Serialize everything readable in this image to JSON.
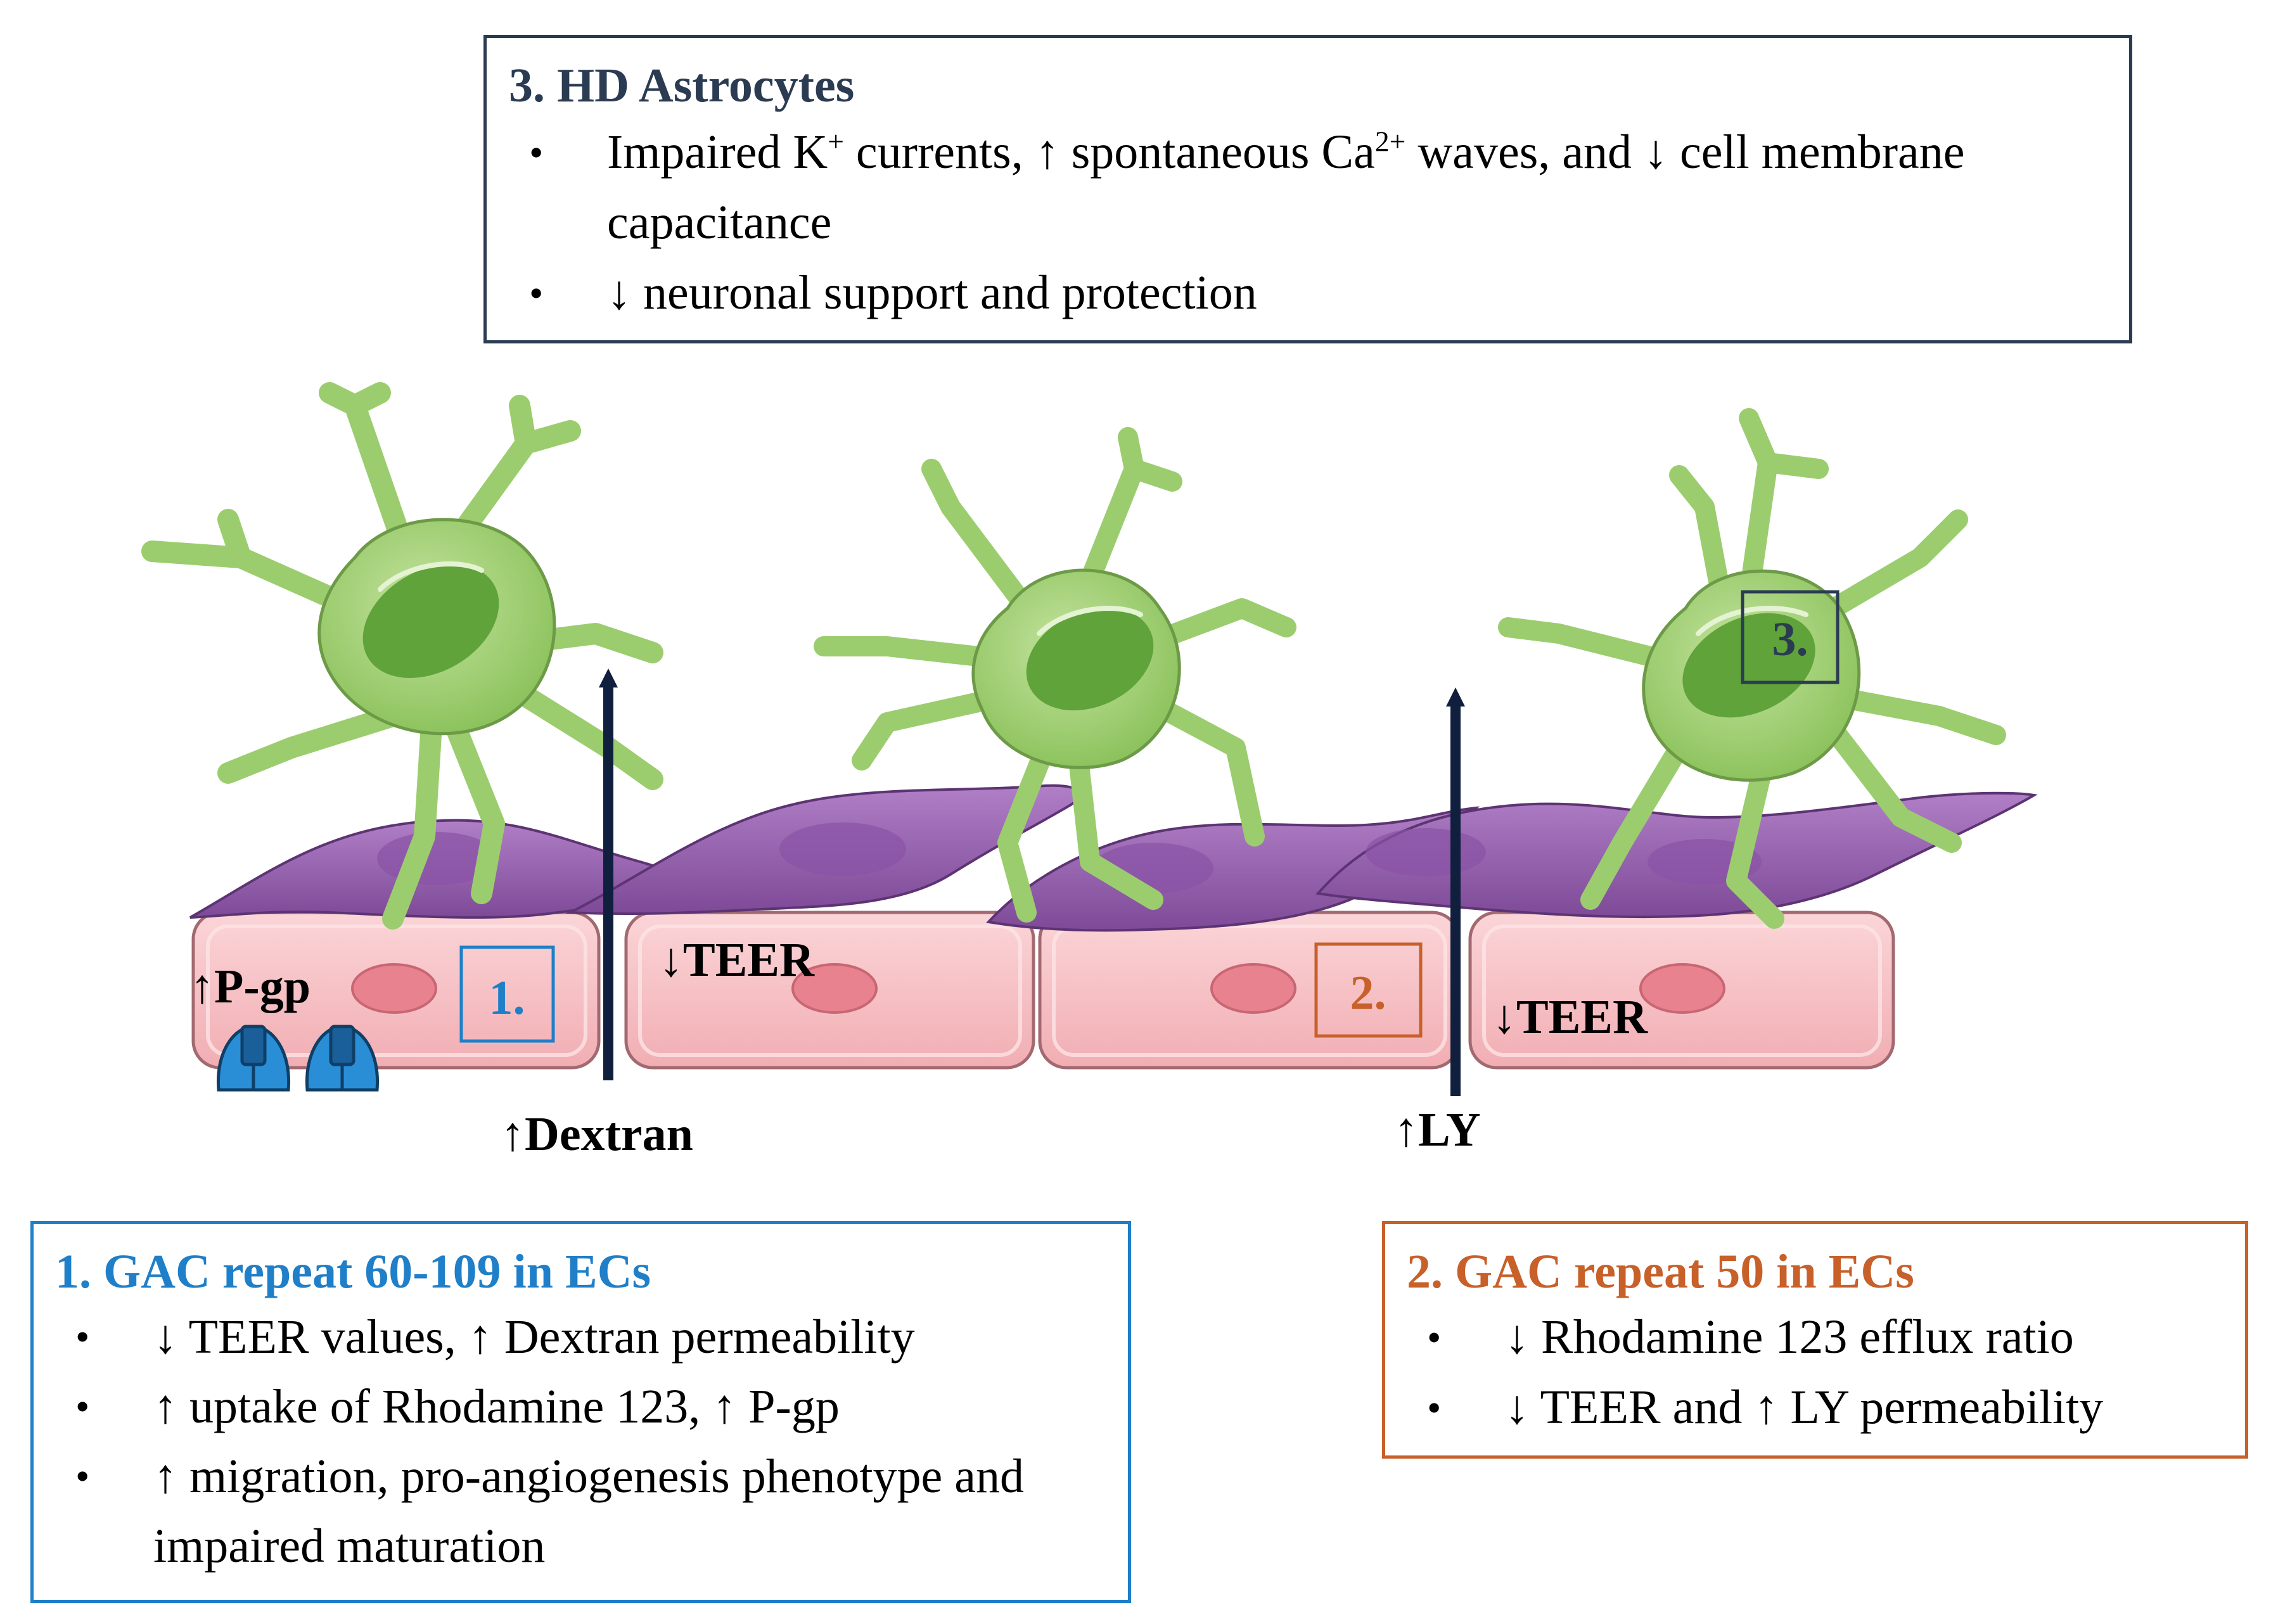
{
  "box3": {
    "title": "3. HD Astrocytes",
    "b1_part1": "Impaired K",
    "b1_sup1": "+",
    "b1_part2": " currents, ↑ spontaneous Ca",
    "b1_sup2": "2+",
    "b1_part3": " waves, and ↓ cell membrane capacitance",
    "b2": "↓ neuronal support and protection"
  },
  "box1": {
    "title": "1. GAC repeat 60-109 in ECs",
    "items": [
      "↓ TEER values, ↑ Dextran permeability",
      "↑ uptake of Rhodamine 123, ↑ P-gp",
      "↑ migration, pro-angiogenesis phenotype and impaired maturation"
    ]
  },
  "box2": {
    "title": "2. GAC repeat 50 in ECs",
    "items": [
      "↓ Rhodamine 123 efflux ratio",
      "↓ TEER and ↑ LY permeability"
    ]
  },
  "labels": {
    "pgp": "↑P-gp",
    "teer1": "↓TEER",
    "teer2": "↓TEER",
    "dextran": "↑Dextran",
    "ly": "↑LY",
    "marker1": "1.",
    "marker2": "2.",
    "marker3": "3."
  },
  "colors": {
    "astrocyte": "#9bcd6e",
    "astrocyte_nucleus": "#5fa33a",
    "pericyte": "#9a62b2",
    "endothelial_cell": "#f6c1c4",
    "endothelial_nucleus": "#e8828f",
    "pgp_transporter": "#2a8ed6",
    "arrow": "#0f1f3d",
    "box1": "#1f7fc8",
    "box2": "#c8602a",
    "box3": "#2a3b52"
  },
  "icons": [
    "astrocyte-icon",
    "pericyte-icon",
    "endothelial-cell-icon",
    "pgp-transporter-icon",
    "up-arrow-icon"
  ]
}
